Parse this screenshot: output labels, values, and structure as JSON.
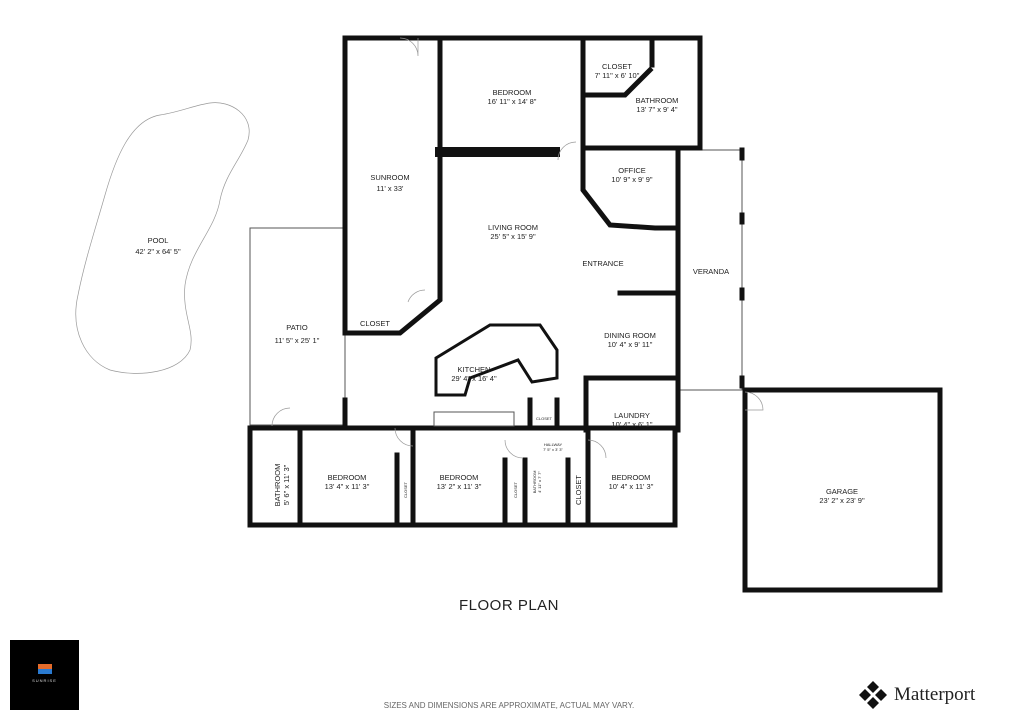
{
  "title": "FLOOR PLAN",
  "disclaimer": "SIZES AND DIMENSIONS ARE APPROXIMATE, ACTUAL MAY VARY.",
  "brand": {
    "name": "Matterport",
    "logo_icon": "matterport-logo-icon"
  },
  "company_logo": {
    "text": "SUNRISE"
  },
  "rooms": [
    {
      "name": "POOL",
      "dims": "42' 2\" x 64' 5\""
    },
    {
      "name": "SUNROOM",
      "dims": "11' x 33'"
    },
    {
      "name": "BEDROOM",
      "dims": "16' 11\" x 14' 8\""
    },
    {
      "name": "CLOSET",
      "dims": "7' 11\" x 6' 10\""
    },
    {
      "name": "BATHROOM",
      "dims": "13' 7\" x 9' 4\""
    },
    {
      "name": "OFFICE",
      "dims": "10' 9\" x 9' 9\""
    },
    {
      "name": "LIVING ROOM",
      "dims": "25' 5\" x 15' 9\""
    },
    {
      "name": "ENTRANCE"
    },
    {
      "name": "VERANDA"
    },
    {
      "name": "PATIO",
      "dims": "11' 5\" x 25' 1\""
    },
    {
      "name": "CLOSET"
    },
    {
      "name": "DINING ROOM",
      "dims": "10' 4\" x 9' 11\""
    },
    {
      "name": "KITCHEN",
      "dims": "29' 4\" x 16' 4\""
    },
    {
      "name": "LAUNDRY",
      "dims": "10' 4\" x 6' 1\""
    },
    {
      "name": "CLOSET"
    },
    {
      "name": "HALLWAY",
      "dims": "7' 5\" x 3' 3\""
    },
    {
      "name": "BATHROOM",
      "dims": "4' 11\" x 7' 7\""
    },
    {
      "name": "BATHROOM",
      "dims": "5' 6\" x 11' 3\""
    },
    {
      "name": "BEDROOM",
      "dims": "13' 4\" x 11' 3\""
    },
    {
      "name": "CLOSET"
    },
    {
      "name": "BEDROOM",
      "dims": "13' 2\" x 11' 3\""
    },
    {
      "name": "CLOSET"
    },
    {
      "name": "CLOSET"
    },
    {
      "name": "BEDROOM",
      "dims": "10' 4\" x 11' 3\""
    },
    {
      "name": "GARAGE",
      "dims": "23' 2\" x 23' 9\""
    }
  ]
}
